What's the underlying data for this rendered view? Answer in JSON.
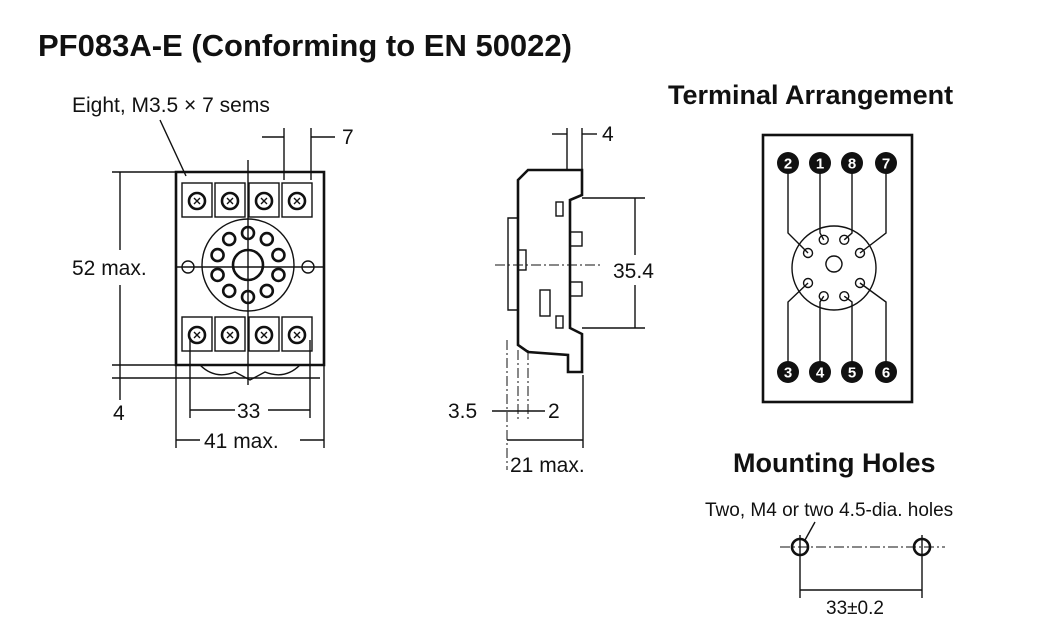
{
  "title": "PF083A-E (Conforming to EN 50022)",
  "front_view": {
    "screw_note": "Eight, M3.5 × 7 sems",
    "dim_pitch": "7",
    "dim_height": "52 max.",
    "dim_foot": "4",
    "dim_mount": "33",
    "dim_width": "41 max."
  },
  "side_view": {
    "dim_top": "4",
    "dim_pitch": "35.4",
    "dim_a": "3.5",
    "dim_b": "2",
    "dim_depth": "21 max."
  },
  "terminal_arrangement": {
    "heading": "Terminal Arrangement",
    "top_pins": [
      "2",
      "1",
      "8",
      "7"
    ],
    "bottom_pins": [
      "3",
      "4",
      "5",
      "6"
    ]
  },
  "mounting_holes": {
    "heading": "Mounting Holes",
    "note": "Two, M4 or two 4.5-dia. holes",
    "dim_spacing": "33±0.2"
  }
}
